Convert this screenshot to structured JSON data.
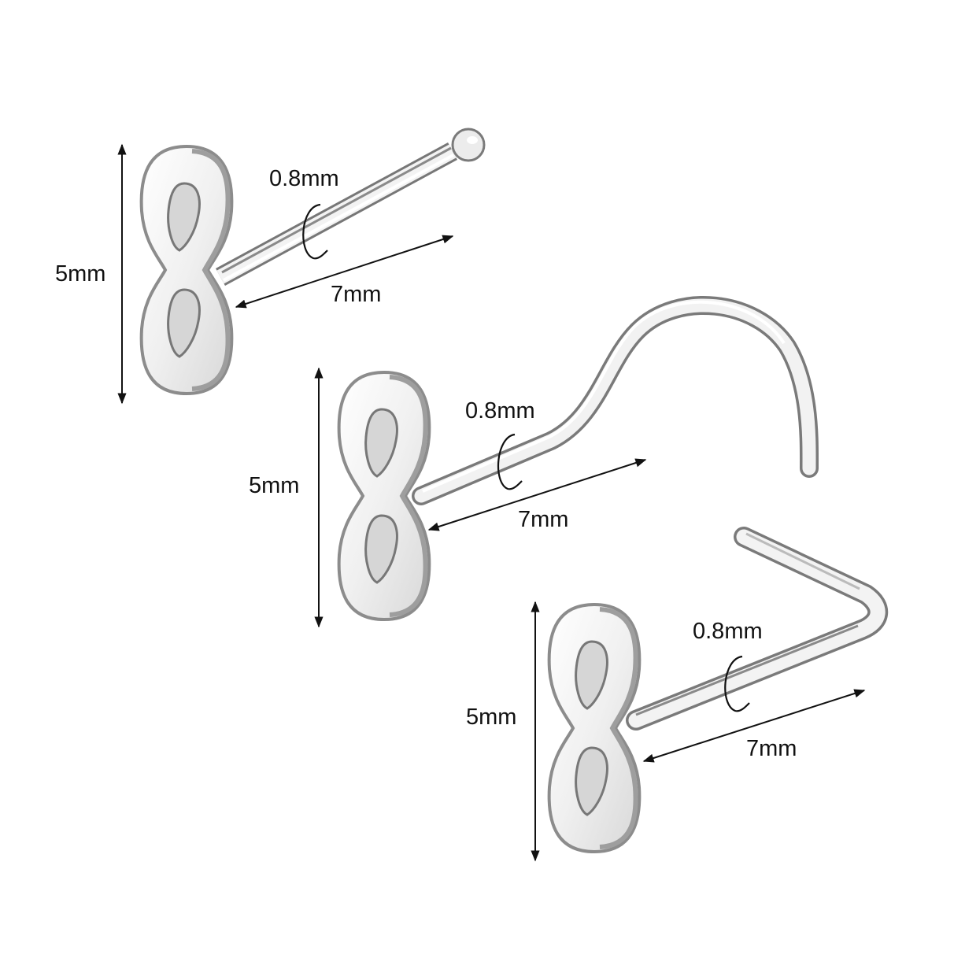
{
  "background": "#ffffff",
  "colors": {
    "metal_light": "#f4f4f4",
    "metal_mid": "#c8c8c8",
    "metal_dark": "#6e6e6e",
    "annotation": "#111111"
  },
  "products": [
    {
      "name": "straight-bone-stud",
      "height_label": "5mm",
      "gauge_label": "0.8mm",
      "length_label": "7mm"
    },
    {
      "name": "screw-stud",
      "height_label": "5mm",
      "gauge_label": "0.8mm",
      "length_label": "7mm"
    },
    {
      "name": "l-shape-stud",
      "height_label": "5mm",
      "gauge_label": "0.8mm",
      "length_label": "7mm"
    }
  ]
}
